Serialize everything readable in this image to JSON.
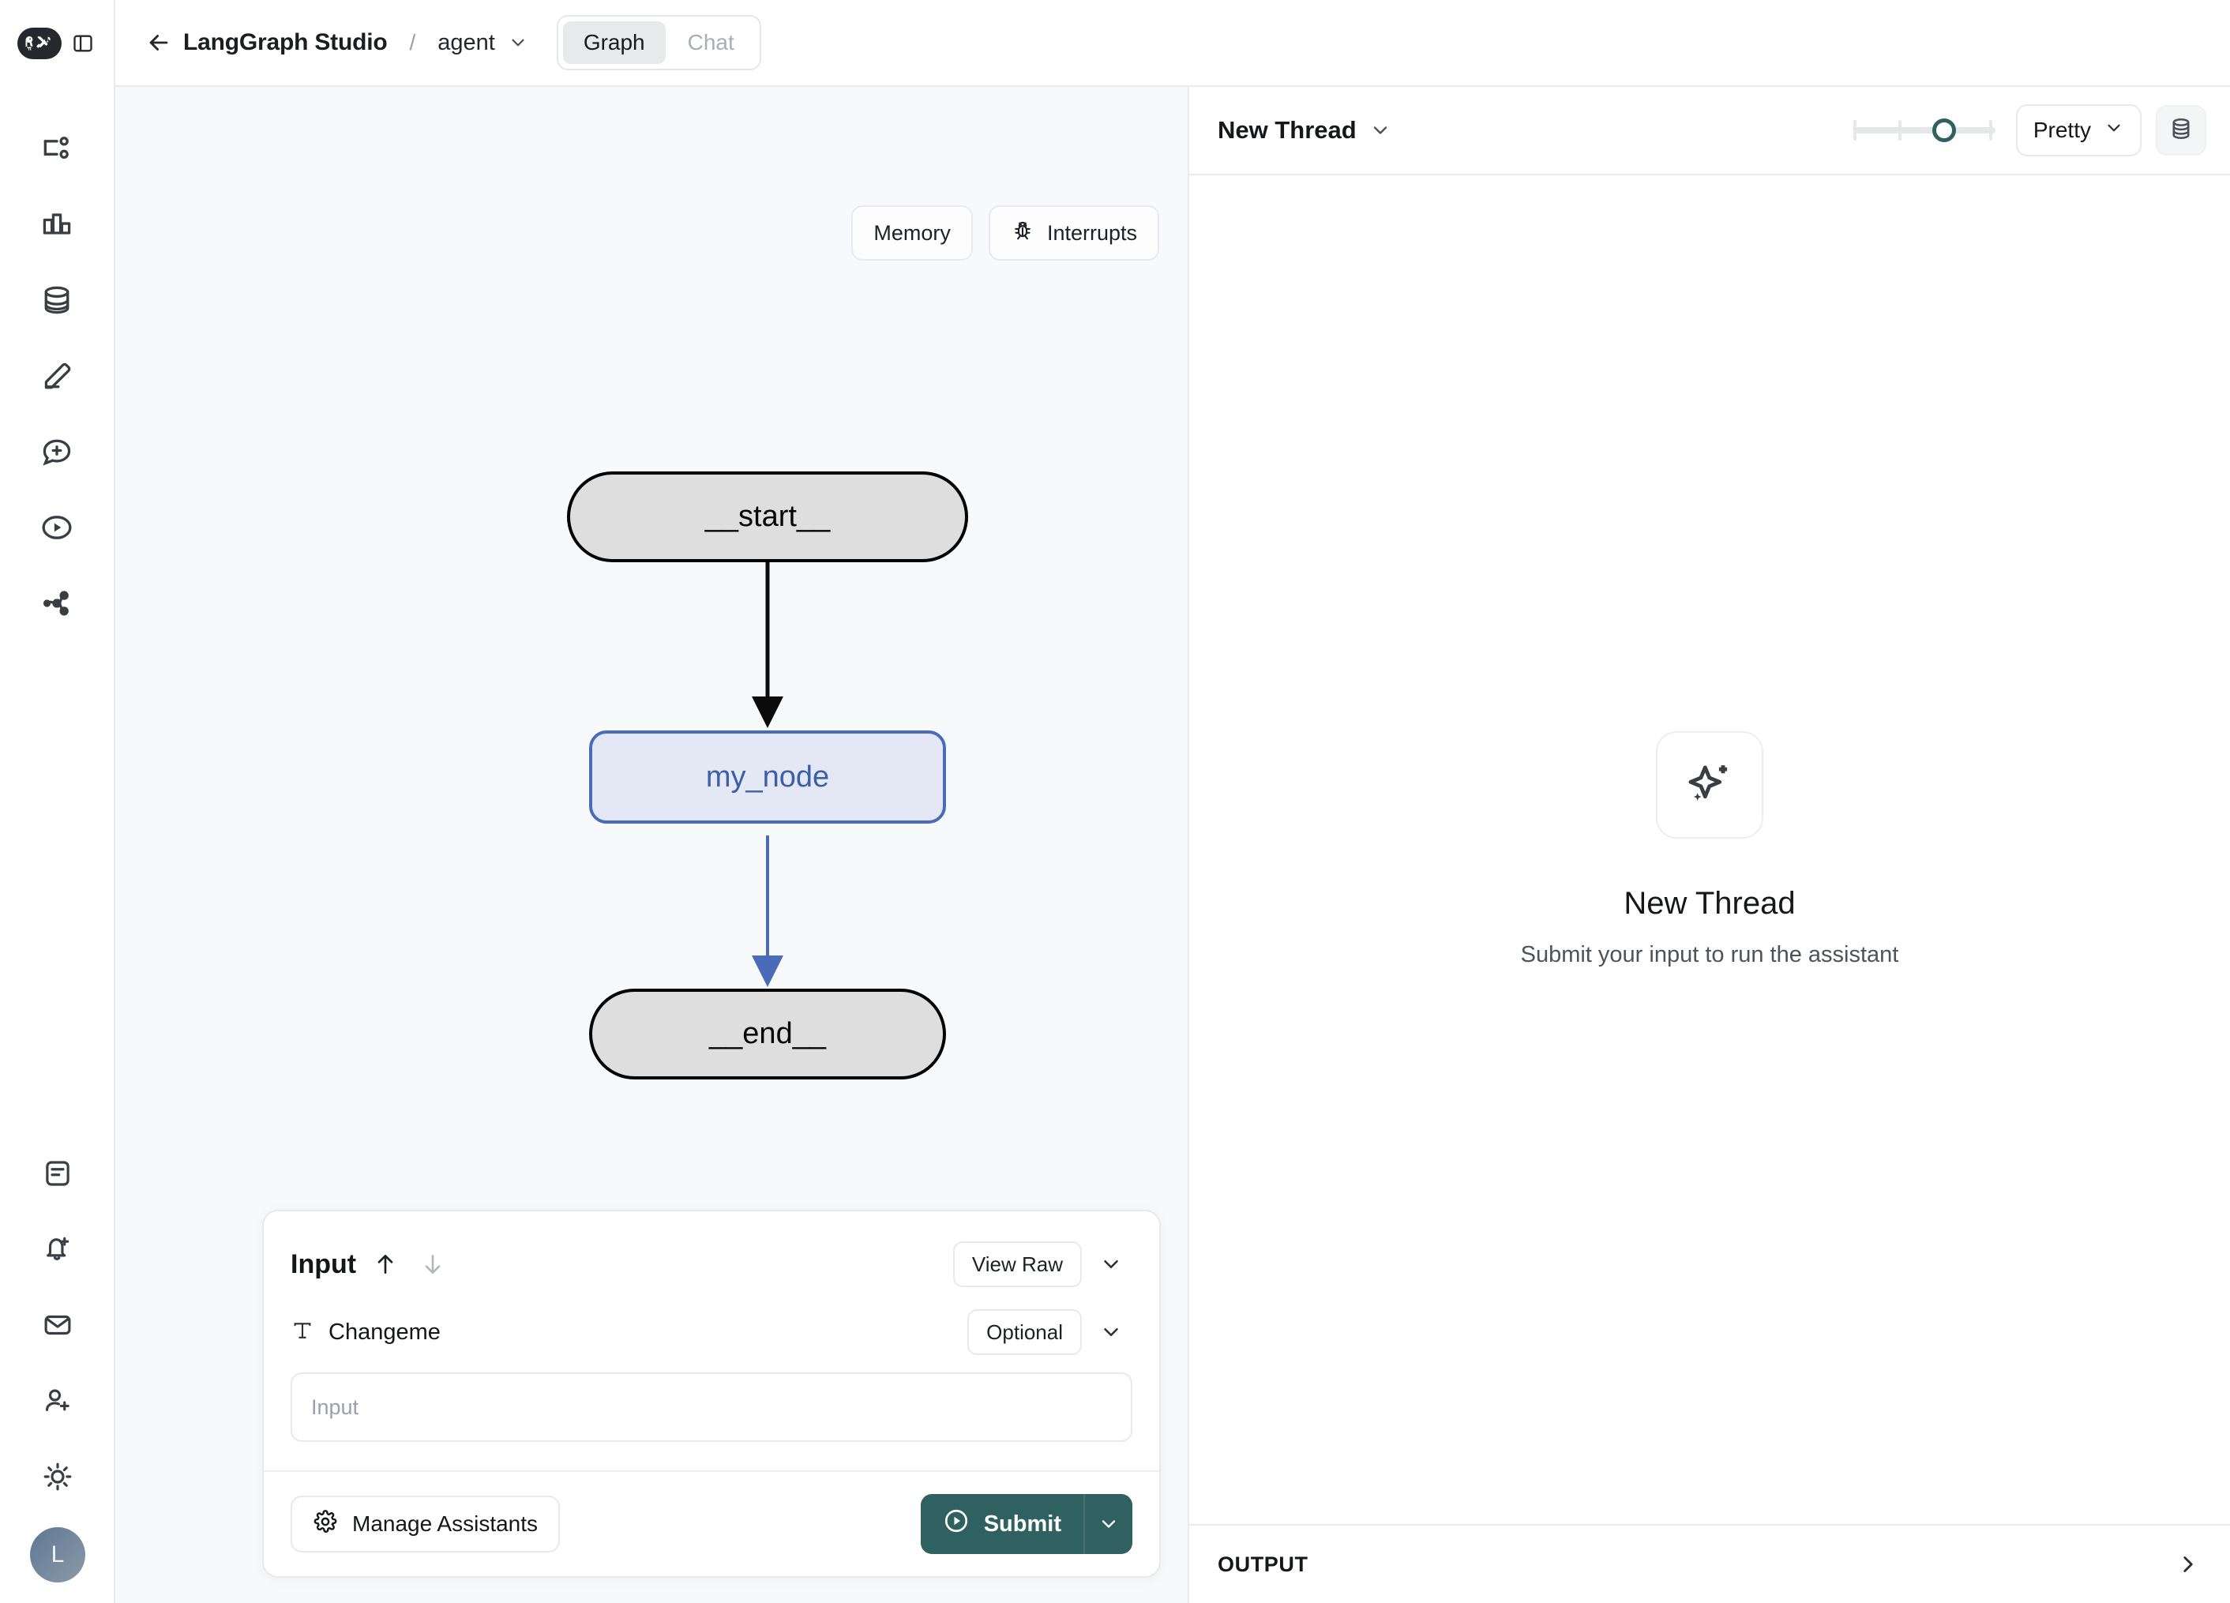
{
  "app": {
    "logo_icon": "langchain-parrot-tools-logo",
    "panel_toggle_icon": "panel-toggle-icon"
  },
  "rail": {
    "top_items": [
      {
        "name": "graph-branch-icon",
        "label": "Graph"
      },
      {
        "name": "bar-chart-icon",
        "label": "Charts"
      },
      {
        "name": "database-icon",
        "label": "Datasets"
      },
      {
        "name": "pencil-icon",
        "label": "Annotate"
      },
      {
        "name": "chat-plus-icon",
        "label": "Prompts"
      },
      {
        "name": "play-circle-icon",
        "label": "Playground"
      },
      {
        "name": "share-nodes-icon",
        "label": "Deployments"
      }
    ],
    "bottom_items": [
      {
        "name": "document-icon",
        "label": "Docs"
      },
      {
        "name": "bell-plus-icon",
        "label": "Alerts"
      },
      {
        "name": "envelope-icon",
        "label": "Inbox"
      },
      {
        "name": "user-plus-icon",
        "label": "Invite"
      },
      {
        "name": "sun-icon",
        "label": "Theme"
      }
    ],
    "avatar_initial": "L"
  },
  "topbar": {
    "back_icon": "back-arrow-icon",
    "brand": "LangGraph Studio",
    "separator": "/",
    "assistant": "agent",
    "assistant_caret_icon": "chevron-down-icon",
    "tabs": [
      {
        "label": "Graph",
        "active": true
      },
      {
        "label": "Chat",
        "active": false
      }
    ]
  },
  "graph_pane": {
    "tools": [
      {
        "label": "Memory",
        "icon": null
      },
      {
        "label": "Interrupts",
        "icon": "bug-icon"
      }
    ],
    "nodes": [
      {
        "id": "start",
        "label": "__start__",
        "style": "terminal"
      },
      {
        "id": "my_node",
        "label": "my_node",
        "style": "active"
      },
      {
        "id": "end",
        "label": "__end__",
        "style": "terminal"
      }
    ],
    "edges": [
      {
        "from": "start",
        "to": "my_node",
        "color": "#0b0b0b"
      },
      {
        "from": "my_node",
        "to": "end",
        "color": "#4a6cb8"
      }
    ],
    "colors": {
      "terminal_fill": "#dededf",
      "terminal_border": "#030303",
      "active_fill": "#e3e8f4",
      "active_border": "#4a6cb8",
      "active_text": "#3c5fa8",
      "canvas_bg": "#f8f9fb"
    }
  },
  "input_card": {
    "title": "Input",
    "up_icon": "arrow-up-icon",
    "down_icon": "arrow-down-icon",
    "view_raw_label": "View Raw",
    "collapse_icon": "chevron-down-icon",
    "field": {
      "type_icon": "text-type-icon",
      "label": "Changeme",
      "badge": "Optional",
      "badge_caret_icon": "chevron-down-icon",
      "value": "",
      "placeholder": "Input"
    },
    "manage_assistants_label": "Manage Assistants",
    "manage_assistants_icon": "gear-icon",
    "submit_label": "Submit",
    "submit_icon": "play-circle-icon",
    "submit_caret_icon": "chevron-down-icon",
    "submit_color": "#2f6160"
  },
  "right_pane": {
    "thread_label": "New Thread",
    "thread_caret_icon": "chevron-down-icon",
    "slider": {
      "value": 3,
      "min": 1,
      "max": 4,
      "accent": "#2f6160"
    },
    "format_select": {
      "value": "Pretty",
      "caret_icon": "chevron-down-icon"
    },
    "db_icon": "database-icon",
    "empty_state": {
      "icon": "sparkle-icon",
      "title": "New Thread",
      "subtitle": "Submit your input to run the assistant"
    },
    "output_label": "OUTPUT",
    "output_caret_icon": "chevron-right-icon"
  }
}
